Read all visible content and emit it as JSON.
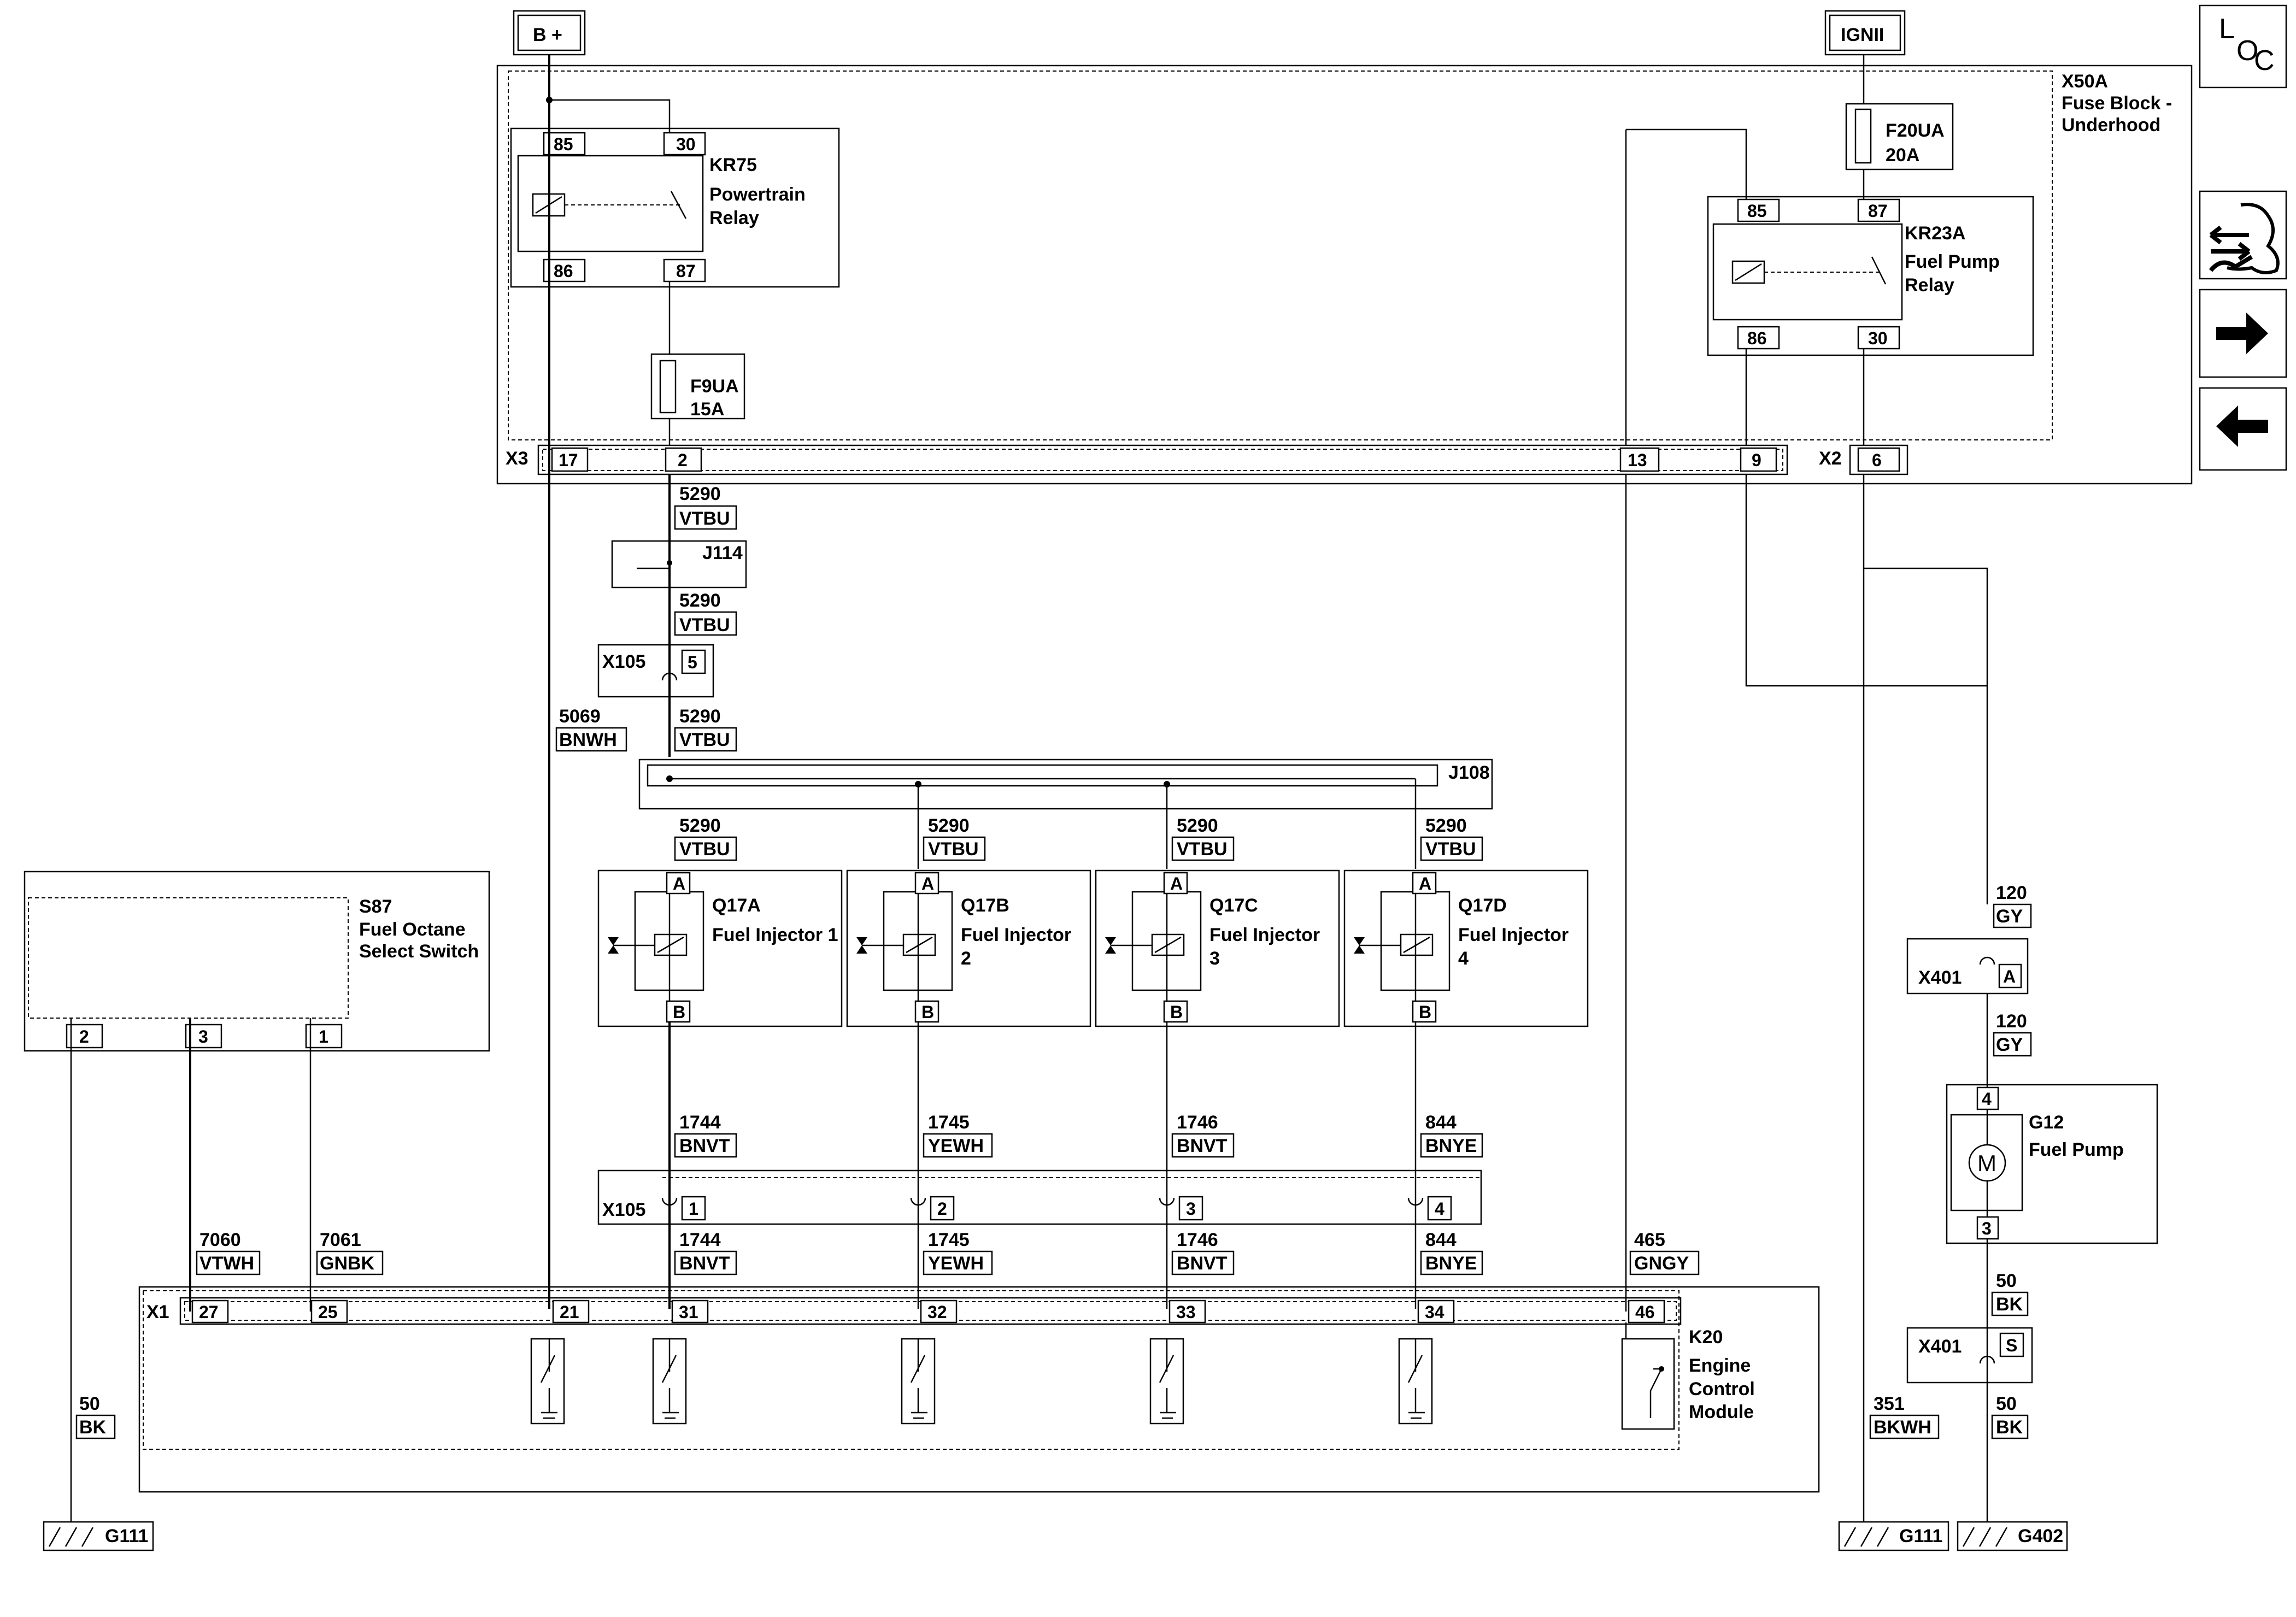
{
  "power": {
    "bplus": "B +",
    "ignii": "IGNII"
  },
  "fuse_block": {
    "id": "X50A",
    "name_line1": "Fuse Block -",
    "name_line2": "Underhood",
    "conn_x3": "X3",
    "conn_x2": "X2"
  },
  "relays": {
    "kr75": {
      "id": "KR75",
      "name_line1": "Powertrain",
      "name_line2": "Relay",
      "p85": "85",
      "p30": "30",
      "p86": "86",
      "p87": "87"
    },
    "kr23a": {
      "id": "KR23A",
      "name_line1": "Fuel Pump",
      "name_line2": "Relay",
      "p85": "85",
      "p87": "87",
      "p86": "86",
      "p30": "30"
    }
  },
  "fuses": {
    "f9ua": {
      "id": "F9UA",
      "rating": "15A"
    },
    "f20ua": {
      "id": "F20UA",
      "rating": "20A"
    }
  },
  "x3_pins": {
    "p17": "17",
    "p2": "2",
    "p13": "13",
    "p9": "9"
  },
  "x2_pins": {
    "p6": "6"
  },
  "splices": {
    "j114": "J114",
    "j108": "J108"
  },
  "connectors": {
    "x105": "X105",
    "x105_p5": "5",
    "x401": "X401",
    "x401_pa": "A",
    "x401_ps": "S",
    "x1": "X1"
  },
  "wires": {
    "w5290": {
      "circuit": "5290",
      "color": "VTBU"
    },
    "w5069": {
      "circuit": "5069",
      "color": "BNWH"
    },
    "w1744": {
      "circuit": "1744",
      "color": "BNVT"
    },
    "w1745": {
      "circuit": "1745",
      "color": "YEWH"
    },
    "w1746": {
      "circuit": "1746",
      "color": "BNVT"
    },
    "w844": {
      "circuit": "844",
      "color": "BNYE"
    },
    "w7060": {
      "circuit": "7060",
      "color": "VTWH"
    },
    "w7061": {
      "circuit": "7061",
      "color": "GNBK"
    },
    "w465": {
      "circuit": "465",
      "color": "GNGY"
    },
    "w120": {
      "circuit": "120",
      "color": "GY"
    },
    "w50": {
      "circuit": "50",
      "color": "BK"
    },
    "w351": {
      "circuit": "351",
      "color": "BKWH"
    }
  },
  "injectors": [
    {
      "id": "Q17A",
      "line1": "Fuel Injector 1",
      "line2": "",
      "pa": "A",
      "pb": "B",
      "x105pin": "1",
      "x1pin": "31"
    },
    {
      "id": "Q17B",
      "line1": "Fuel Injector",
      "line2": "2",
      "pa": "A",
      "pb": "B",
      "x105pin": "2",
      "x1pin": "32"
    },
    {
      "id": "Q17C",
      "line1": "Fuel Injector",
      "line2": "3",
      "pa": "A",
      "pb": "B",
      "x105pin": "3",
      "x1pin": "33"
    },
    {
      "id": "Q17D",
      "line1": "Fuel Injector",
      "line2": "4",
      "pa": "A",
      "pb": "B",
      "x105pin": "4",
      "x1pin": "34"
    }
  ],
  "switch": {
    "id": "S87",
    "line1": "Fuel Octane",
    "line2": "Select Switch",
    "p2": "2",
    "p3": "3",
    "p1": "1"
  },
  "ecm": {
    "id": "K20",
    "line1": "Engine",
    "line2": "Control",
    "line3": "Module",
    "p27": "27",
    "p25": "25",
    "p21": "21",
    "p46": "46"
  },
  "pump": {
    "id": "G12",
    "name": "Fuel Pump",
    "p4": "4",
    "p3": "3",
    "symbol": "M"
  },
  "grounds": {
    "g111": "G111",
    "g402": "G402"
  },
  "nav": {
    "loc_l": "L",
    "loc_o": "O",
    "loc_c": "C",
    "icons": [
      "connector-view-icon",
      "next-arrow-icon",
      "previous-arrow-icon"
    ]
  }
}
